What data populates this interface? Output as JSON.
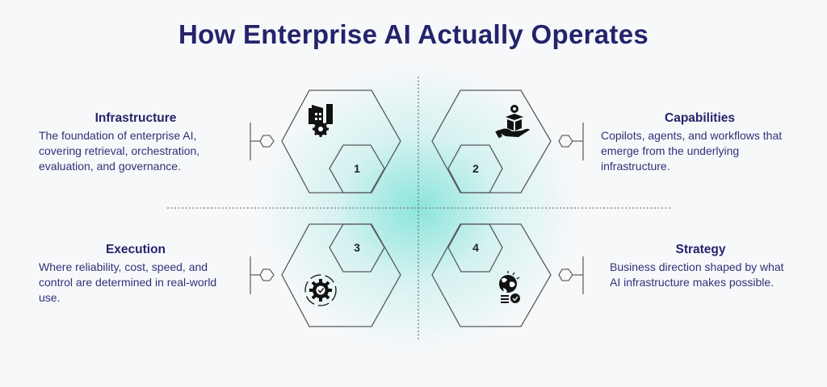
{
  "title": "How Enterprise AI Actually Operates",
  "quadrants": [
    {
      "number": "1",
      "heading": "Infrastructure",
      "text": "The foundation of enterprise AI, covering retrieval, orchestration, evaluation, and governance.",
      "icon": "factory-gear-icon"
    },
    {
      "number": "2",
      "heading": "Capabilities",
      "text": "Copilots, agents, and workflows that emerge from the underlying infrastructure.",
      "icon": "hand-box-gear-icon"
    },
    {
      "number": "3",
      "heading": "Execution",
      "text": "Where reliability, cost, speed, and control are determined in real-world use.",
      "icon": "gear-cycle-check-icon"
    },
    {
      "number": "4",
      "heading": "Strategy",
      "text": "Business direction shaped by what AI infrastructure makes possible.",
      "icon": "globe-check-icon"
    }
  ],
  "colors": {
    "title": "#23246b",
    "glow": "#7ee1d7",
    "stroke": "#555555"
  }
}
